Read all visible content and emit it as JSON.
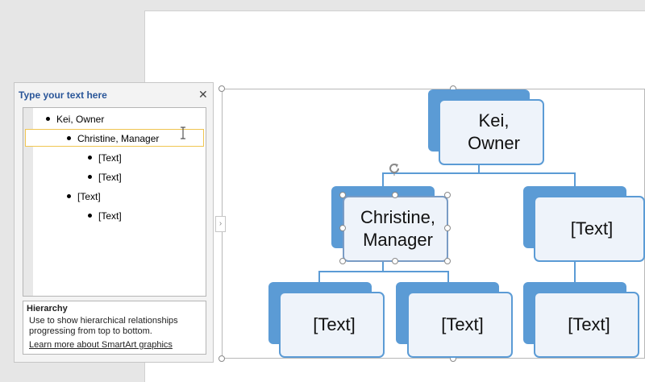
{
  "text_pane": {
    "title": "Type your text here",
    "close_symbol": "✕",
    "items": [
      {
        "text": "Kei, Owner",
        "level": 1
      },
      {
        "text": "Christine, Manager",
        "level": 2,
        "selected": true
      },
      {
        "text": "[Text]",
        "level": 3
      },
      {
        "text": "[Text]",
        "level": 3
      },
      {
        "text": "[Text]",
        "level": 2
      },
      {
        "text": "[Text]",
        "level": 3
      }
    ],
    "info": {
      "title": "Hierarchy",
      "description": "Use to show hierarchical relationships progressing from top to bottom.",
      "link": "Learn more about SmartArt graphics"
    },
    "expander_symbol": "›"
  },
  "smartart": {
    "top": "Kei,\nOwner",
    "mid_left": "Christine,\nManager",
    "mid_right": "[Text]",
    "bottom_1": "[Text]",
    "bottom_2": "[Text]",
    "bottom_3": "[Text]"
  },
  "colors": {
    "accent": "#5b9bd5",
    "shape_fill": "#eef3fa",
    "pane_title": "#2a5699",
    "selection_border": "#f0c550"
  },
  "icons": {
    "close": "close-icon",
    "expand": "chevron-right-icon",
    "rotate": "rotate-handle-icon",
    "cursor": "text-cursor-icon"
  }
}
